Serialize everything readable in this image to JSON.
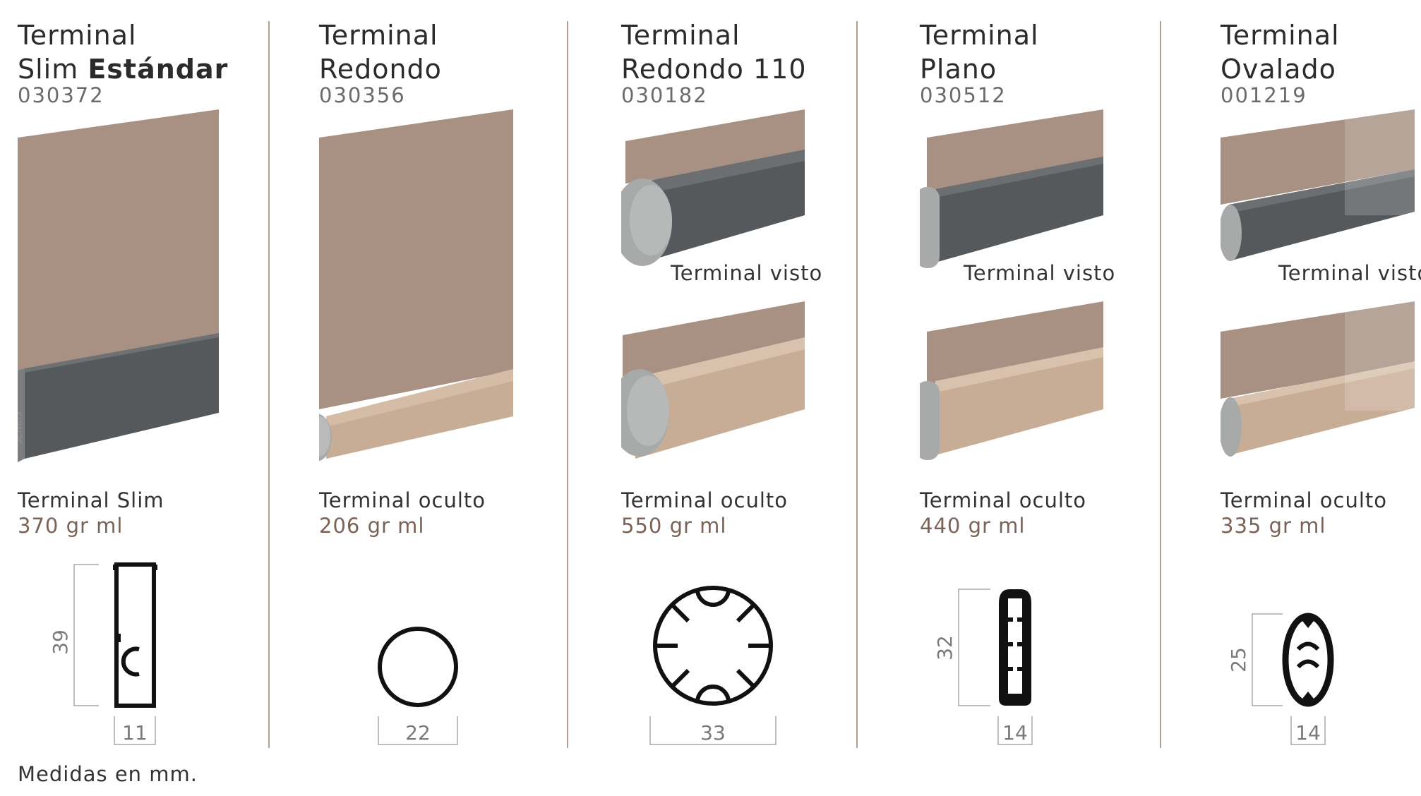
{
  "columns": [
    {
      "title_line1": "Terminal",
      "title_line2_regular": "Slim ",
      "title_line2_bold": "Estándar",
      "code": "030372",
      "finish": "Terminal Slim",
      "weight": "370 gr ml",
      "dim_vertical": "39",
      "dim_horizontal": "11",
      "shape": "slim-icon"
    },
    {
      "title_line1": "Terminal",
      "title_line2_regular": "Redondo",
      "title_line2_bold": "",
      "code": "030356",
      "finish": "Terminal oculto",
      "weight": "206 gr ml",
      "dim_vertical": "",
      "dim_horizontal": "22",
      "shape": "round-icon"
    },
    {
      "title_line1": "Terminal",
      "title_line2_regular": "Redondo 110",
      "title_line2_bold": "",
      "code": "030182",
      "finish": "Terminal oculto",
      "visible_label": "Terminal visto",
      "weight": "550 gr ml",
      "dim_vertical": "",
      "dim_horizontal": "33",
      "shape": "round110-icon"
    },
    {
      "title_line1": "Terminal",
      "title_line2_regular": "Plano",
      "title_line2_bold": "",
      "code": "030512",
      "finish": "Terminal oculto",
      "visible_label": "Terminal visto",
      "weight": "440 gr ml",
      "dim_vertical": "32",
      "dim_horizontal": "14",
      "shape": "flat-icon"
    },
    {
      "title_line1": "Terminal",
      "title_line2_regular": "Ovalado",
      "title_line2_bold": "",
      "code": "001219",
      "finish": "Terminal oculto",
      "visible_label": "Terminal visto",
      "weight": "335 gr ml",
      "dim_vertical": "25",
      "dim_horizontal": "14",
      "shape": "oval-icon"
    }
  ],
  "footnote": "Medidas en mm.",
  "colors": {
    "fabric": "#a89182",
    "bar_dark": "#55595c",
    "bar_beige": "#c8ad96",
    "cap": "#a7aaa9",
    "accent_text": "#7a6356",
    "divider": "#b59d90"
  }
}
